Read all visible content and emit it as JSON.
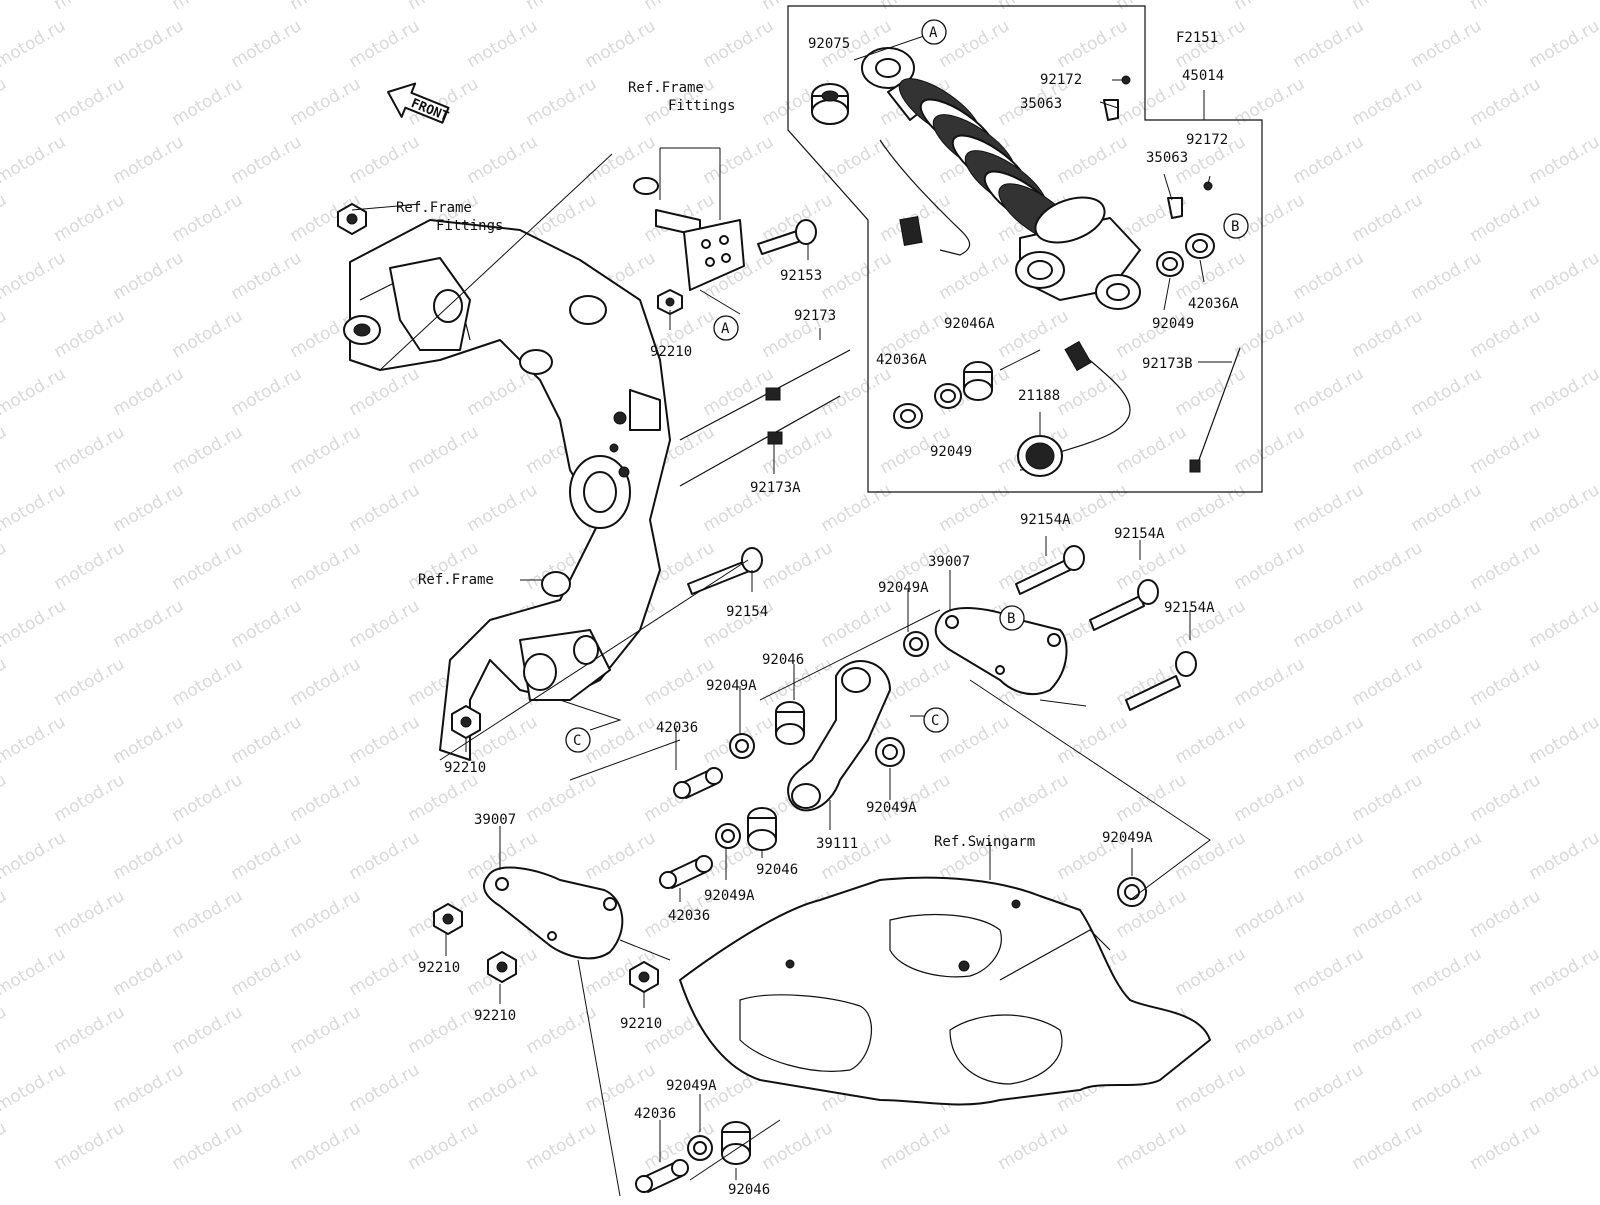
{
  "diagram": {
    "figure_code": "F2151",
    "watermark": "motod.ru",
    "front_label": "FRONT",
    "refs": {
      "frame_fittings_1": [
        "Ref.Frame",
        "Fittings"
      ],
      "frame_fittings_2": [
        "Ref.Frame",
        "Fittings"
      ],
      "frame": "Ref.Frame",
      "swingarm": "Ref.Swingarm"
    },
    "callouts": [
      "A",
      "B",
      "C"
    ],
    "part_numbers": [
      "92075",
      "45014",
      "92172",
      "35063",
      "35063",
      "92172",
      "42036A",
      "92049",
      "92046A",
      "42036A",
      "92049",
      "21188",
      "92173B",
      "92153",
      "92210",
      "92173",
      "92173A",
      "92154A",
      "92154A",
      "92154A",
      "39007",
      "92049A",
      "92154",
      "92046",
      "92049A",
      "42036",
      "92049A",
      "39111",
      "92046",
      "92049A",
      "42036",
      "39007",
      "92210",
      "92210",
      "92210",
      "92049A",
      "92049A",
      "42036",
      "92046",
      "92210"
    ]
  }
}
